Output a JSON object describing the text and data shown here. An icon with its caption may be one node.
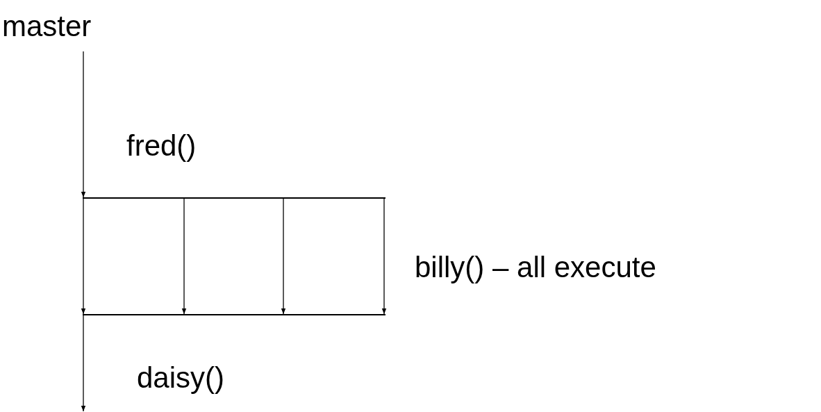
{
  "diagram": {
    "nodes": [
      {
        "text": [
          "master"
        ]
      },
      {
        "text": [],
        "shape": "bar"
      },
      {
        "text": [],
        "shape": "bar"
      }
    ],
    "edges": [
      {
        "from": 0,
        "to": 1,
        "arrow": "to"
      },
      {
        "from": 1,
        "to": 2,
        "arrow": "to"
      },
      {
        "from": 1,
        "to": 2,
        "arrow": "to"
      },
      {
        "from": 1,
        "to": 2,
        "arrow": "to"
      },
      {
        "from": 1,
        "to": 2,
        "arrow": "to"
      },
      {
        "from": 2,
        "to": null,
        "arrow": "to"
      }
    ],
    "labels": [
      "fred()",
      "billy() – all execute",
      "daisy()"
    ]
  }
}
